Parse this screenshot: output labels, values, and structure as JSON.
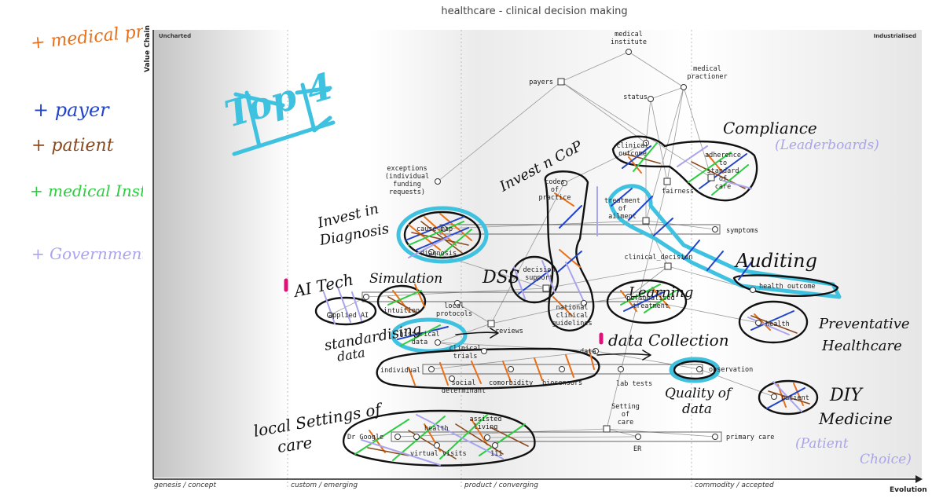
{
  "title": "healthcare - clinical decision making",
  "axes": {
    "value_chain": "Value Chain",
    "evolution": "Evolution",
    "corner_left": "Uncharted",
    "corner_right": "Industrialised",
    "stages": [
      "genesis / concept",
      "custom / emerging",
      "product / converging",
      "commodity / accepted"
    ]
  },
  "legend": [
    {
      "text": "+ medical practioner",
      "color": "#e8701a"
    },
    {
      "text": "+ payer",
      "color": "#2244cc"
    },
    {
      "text": "+ patient",
      "color": "#8b4a1e"
    },
    {
      "text": "+ medical Institute",
      "color": "#2ecc40"
    },
    {
      "text": "+ Government",
      "color": "#a9a4ec"
    }
  ],
  "components": {
    "medical_institute": "medical\ninstitute",
    "medical_practioner": "medical\npractioner",
    "payers": "payers",
    "status": "status",
    "exceptions": "exceptions\n(individual\nfunding\nrequests)",
    "clinical_outcome": "clinical\noutcome",
    "adherence": "adherence\nto\nstandard\nof\ncare",
    "fairness": "fairness",
    "codes_of_practice": "codes\nof\npractice",
    "treatment_of_ailment": "treatment\nof\nailment",
    "cause_map": "cause map",
    "diagnosis": "diagnosis",
    "symptoms": "symptoms",
    "clinical_decision": "clinical_decision",
    "decision_support": "decision\nsupport",
    "health_outcome": "health outcome",
    "intuition": "intuition",
    "applied_ai": "applied AI",
    "local_protocols": "local\nprotocols",
    "national_guidelines": "national\nclinical\nguidelines",
    "personalised_treatment": "personalised\ntreatment",
    "health": "health",
    "historical_data": "historical\ndata",
    "reviews": "reviews",
    "clinical_trials": "clinical\ntrials",
    "data": "data",
    "individual": "individual",
    "social_determinant": "social\ndeterminant",
    "comorbidity": "comorbidity",
    "biosensors": "biosensors",
    "lab_tests": "lab tests",
    "observation": "observation",
    "patient": "patient",
    "setting_of_care": "Setting\nof\ncare",
    "dr_google": "Dr Google",
    "health_struck": "health",
    "assisted_living": "assisted\nliving",
    "virtual_visits": "virtual visits",
    "n111": "111",
    "er": "ER",
    "primary_care": "primary care"
  },
  "annotations": {
    "top4": "Top 4",
    "compliance": "Compliance",
    "leaderboards": "(Leaderboards)",
    "invest_cop": "Invest n CoP",
    "invest_diagnosis": "Invest in\nDiagnosis",
    "auditing": "Auditing",
    "ai_tech": "AI Tech",
    "simulation": "Simulation",
    "dss": "DSS",
    "learning": "Learning",
    "preventative": "Preventative\nHealthcare",
    "standardising": "standardising\ndata",
    "data_collection": "data Collection",
    "quality_of_data": "Quality of\ndata",
    "diy_medicine": "DIY\nMedicine",
    "patient_choice": "(Patient\nChoice)",
    "local_settings": "local Settings of\ncare"
  },
  "colors": {
    "orange": "#e8701a",
    "blue": "#2244cc",
    "brown": "#8b4a1e",
    "green": "#2ecc40",
    "lavender": "#a9a4ec",
    "cyan": "#3fc1e0",
    "magenta": "#e0107a"
  }
}
